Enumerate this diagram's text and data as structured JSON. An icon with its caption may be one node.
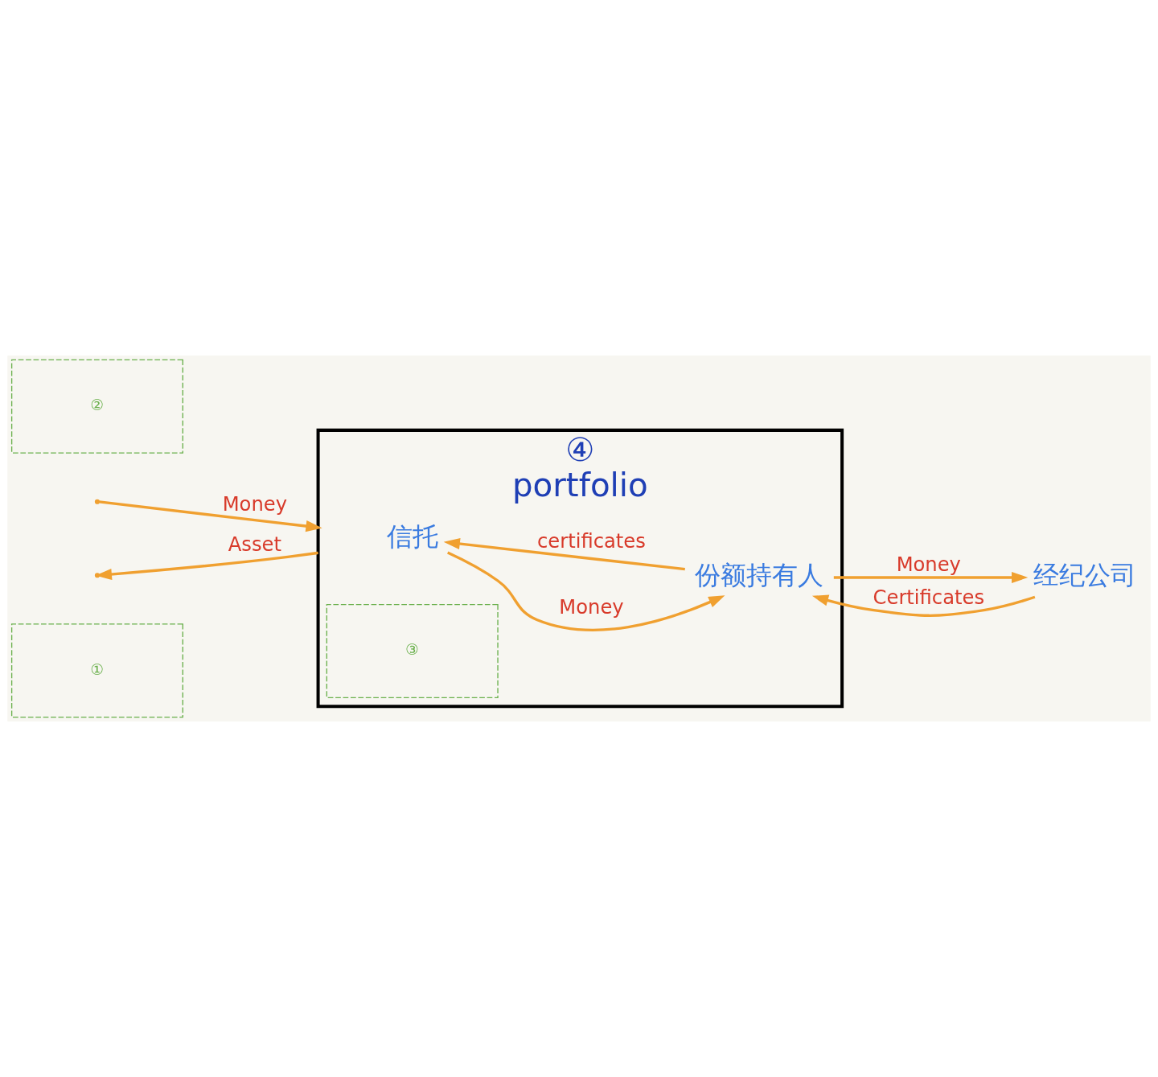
{
  "diagram": {
    "nodes": [
      {
        "text": [
          "①"
        ]
      },
      {
        "text": [
          "④",
          "portfolio"
        ]
      },
      {
        "text": [
          "经纪公司"
        ]
      },
      {
        "text": [
          "信托"
        ],
        "in": 1
      },
      {
        "text": [
          "③"
        ],
        "in": 1
      },
      {
        "text": [
          "②"
        ]
      },
      {
        "text": [
          "份额持有人"
        ],
        "in": 1
      }
    ],
    "edges": [
      {
        "from": null,
        "to": 1,
        "arrow": "to",
        "label": "Money"
      },
      {
        "from": 1,
        "to": null,
        "arrow": "to",
        "label": "Asset"
      },
      {
        "from": 6,
        "to": 2,
        "arrow": "to",
        "label": "Money"
      },
      {
        "from": 2,
        "to": 6,
        "arrow": "to",
        "label": "Certificates"
      },
      {
        "from": 3,
        "to": 6,
        "arrow": "to",
        "label": "Money"
      },
      {
        "from": 6,
        "to": 3,
        "arrow": "to",
        "label": "certificates"
      }
    ]
  }
}
